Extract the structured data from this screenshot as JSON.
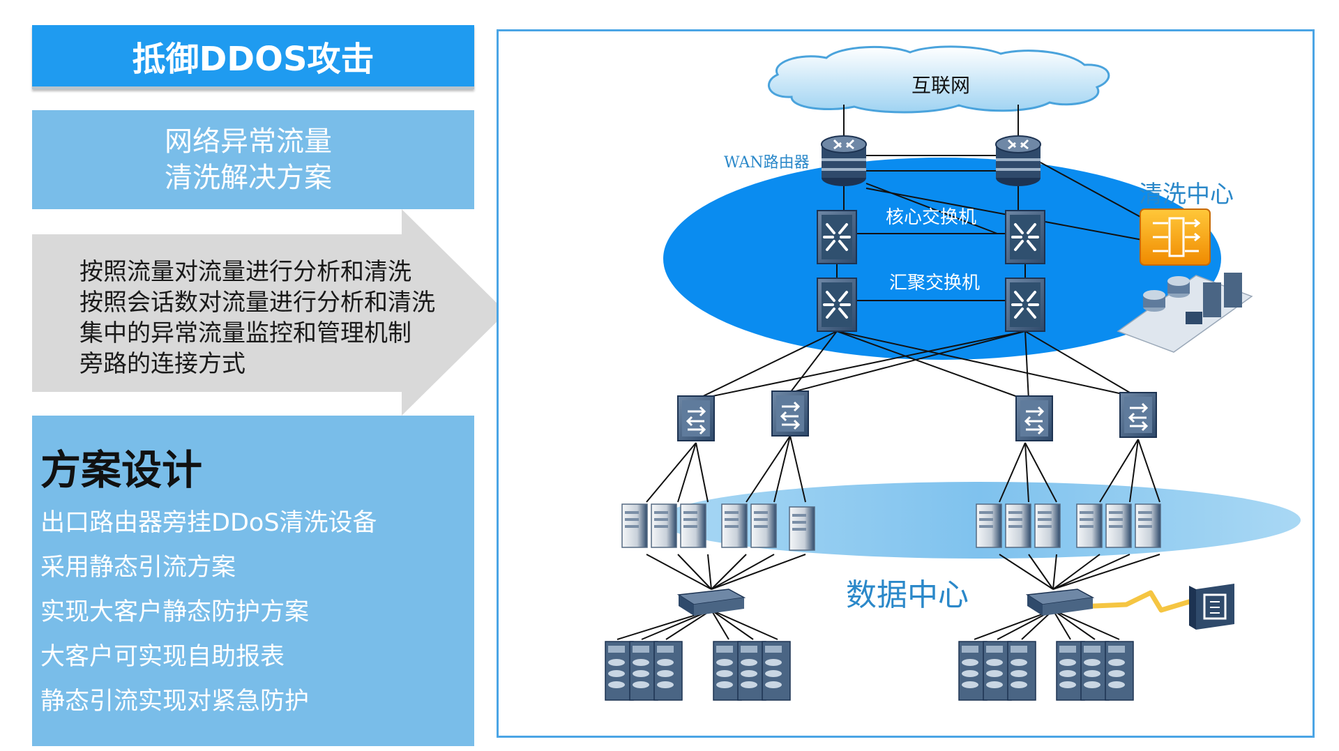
{
  "title": "抵御DDOS攻击",
  "subtitle": [
    "网络异常流量",
    "清洗解决方案"
  ],
  "features": [
    "按照流量对流量进行分析和清洗",
    "按照会话数对流量进行分析和清洗",
    "集中的异常流量监控和管理机制",
    "旁路的连接方式"
  ],
  "design": {
    "heading": "方案设计",
    "items": [
      "出口路由器旁挂DDoS清洗设备",
      "采用静态引流方案",
      "实现大客户静态防护方案",
      "大客户可实现自助报表",
      "静态引流实现对紧急防护"
    ]
  },
  "diagram": {
    "internet": "互联网",
    "wan_router": "WAN路由器",
    "cleaning_center": "清洗中心",
    "core_switch": "核心交换机",
    "agg_switch": "汇聚交换机",
    "data_center": "数据中心"
  },
  "colors": {
    "title_bg": "#1f9bf0",
    "panel_bg": "#79bde9",
    "arrow_bg": "#d9d9d9",
    "core_ellipse": "#0a8cf0",
    "dc_ellipse": "#8ccbf0",
    "label_blue": "#2b88c9",
    "device_dark": "#2f4a6b"
  }
}
